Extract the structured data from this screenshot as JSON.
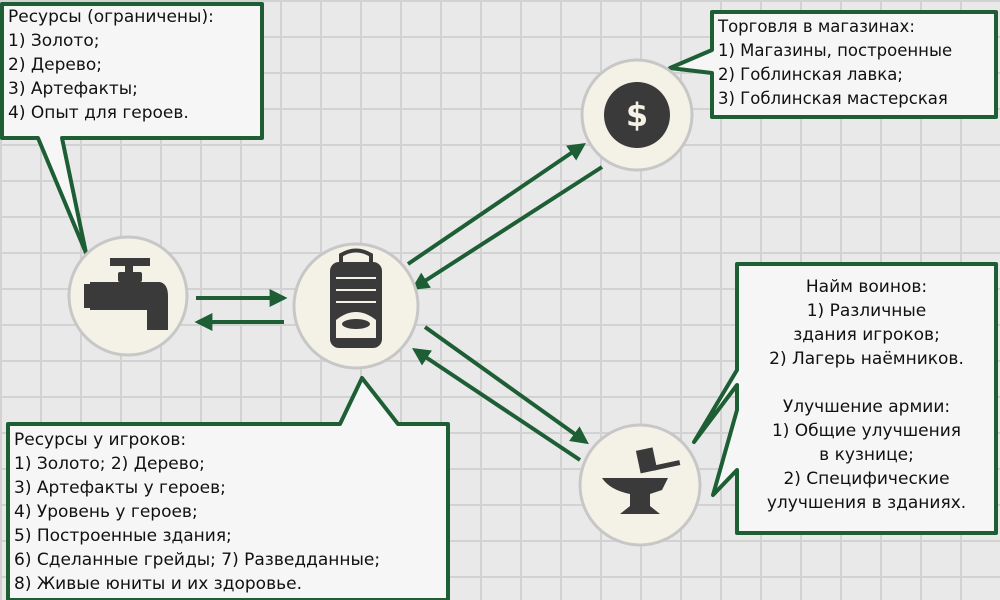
{
  "boxes": {
    "resources_limited": {
      "title": "Ресурсы (ограничены):",
      "lines": [
        "1) Золото;",
        "2) Дерево;",
        "3) Артефакты;",
        "4) Опыт для героев."
      ]
    },
    "shop_trade": {
      "title": "Торговля в магазинах:",
      "lines": [
        "1) Магазины, построенные",
        "2) Гоблинская лавка;",
        "3) Гоблинская мастерская"
      ]
    },
    "hire": {
      "title": "Найм воинов:",
      "lines": [
        "1) Различные",
        "здания игроков;",
        "2) Лагерь наёмников."
      ],
      "title2": "Улучшение армии:",
      "lines2": [
        "1) Общие улучшения",
        "в кузнице;",
        "2) Специфические",
        "улучшения в зданиях."
      ]
    },
    "player_resources": {
      "title": "Ресурсы у игроков:",
      "lines": [
        "1) Золото; 2) Дерево;",
        "3) Артефакты у героев;",
        "4) Уровень у героев;",
        "5) Построенные здания;",
        "6) Сделанные грейды; 7) Разведданные;",
        "8) Живые юниты и их здоровье."
      ]
    }
  },
  "nodes": {
    "tap": "faucet-icon",
    "backpack": "backpack-icon",
    "coin": "dollar-coin-icon",
    "anvil": "anvil-hammer-icon"
  },
  "colors": {
    "green": "#1d5e34",
    "node_fill": "#f4f1e6",
    "icon": "#3a3a3a",
    "background": "#e9e9e9",
    "grid": "#d2d2d2"
  }
}
